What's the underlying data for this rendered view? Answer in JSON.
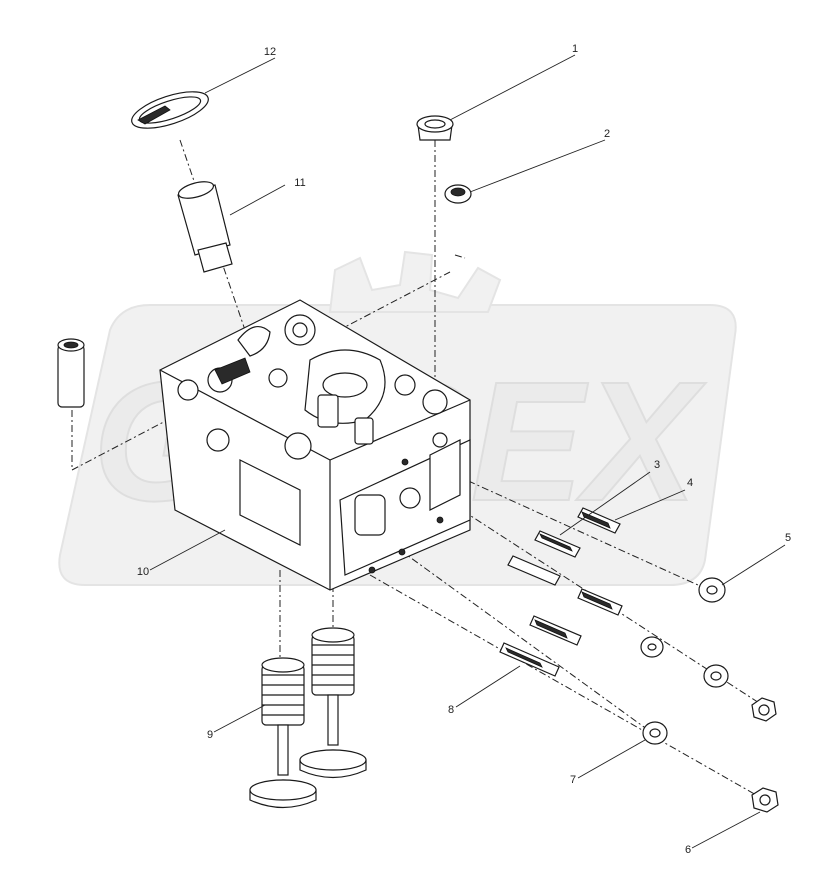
{
  "watermark": {
    "text": "GAREX"
  },
  "callouts": [
    {
      "id": "1",
      "label": "1"
    },
    {
      "id": "2",
      "label": "2"
    },
    {
      "id": "3",
      "label": "3"
    },
    {
      "id": "4",
      "label": "4"
    },
    {
      "id": "5",
      "label": "5"
    },
    {
      "id": "6",
      "label": "6"
    },
    {
      "id": "7",
      "label": "7"
    },
    {
      "id": "8",
      "label": "8"
    },
    {
      "id": "9",
      "label": "9"
    },
    {
      "id": "10",
      "label": "10"
    },
    {
      "id": "11",
      "label": "11"
    },
    {
      "id": "12",
      "label": "12"
    }
  ]
}
